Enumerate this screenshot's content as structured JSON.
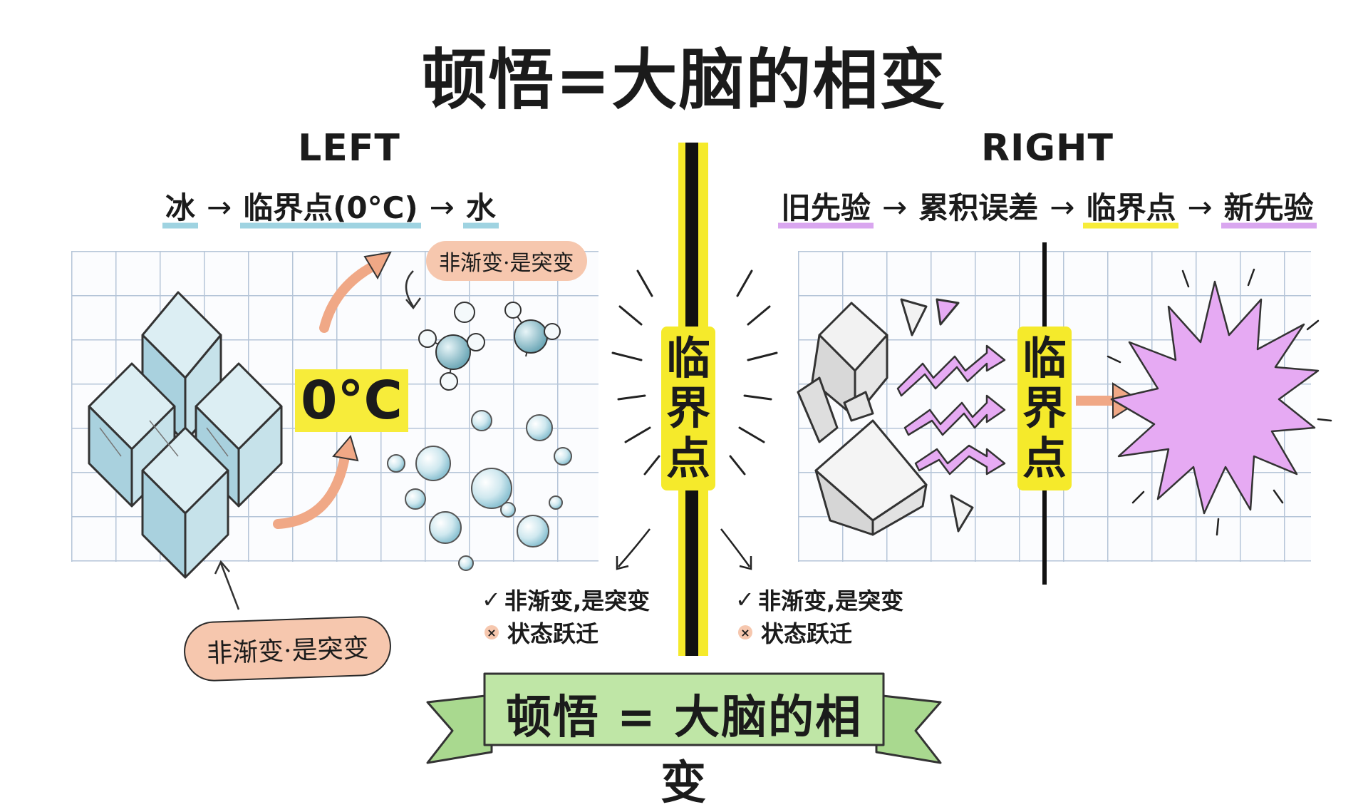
{
  "title": "顿悟=大脑的相变",
  "left": {
    "label": "LEFT",
    "flow": [
      "冰",
      "临界点(0°C)",
      "水"
    ],
    "flow_arrow": "→",
    "temperature": "0°C",
    "note_top": "非渐变·是突变",
    "note_bottom": "非渐变·是突变"
  },
  "center": {
    "critical_point": [
      "临",
      "界",
      "点"
    ]
  },
  "right": {
    "label": "RIGHT",
    "flow": [
      "旧先验",
      "累积误差",
      "临界点",
      "新先验"
    ],
    "flow_arrow": "→",
    "critical_point": [
      "临",
      "界",
      "点"
    ]
  },
  "checklists": {
    "left": {
      "items": [
        "非渐变,是突变",
        "状态跃迁"
      ],
      "marks": [
        "✓",
        "×"
      ]
    },
    "right": {
      "items": [
        "非渐变,是突变",
        "状态跃迁"
      ],
      "marks": [
        "✓",
        "×"
      ]
    }
  },
  "banner": {
    "text": "顿悟 = 大脑的相变"
  },
  "colors": {
    "yellow": "#f5ea2b",
    "blue_underline": "#9fd3e1",
    "purple": "#d9a6ef",
    "peach": "#f6c7ae",
    "green_banner": "#bfe6a6",
    "ice": "#b9dbe6",
    "starburst": "#e6aaf3"
  }
}
